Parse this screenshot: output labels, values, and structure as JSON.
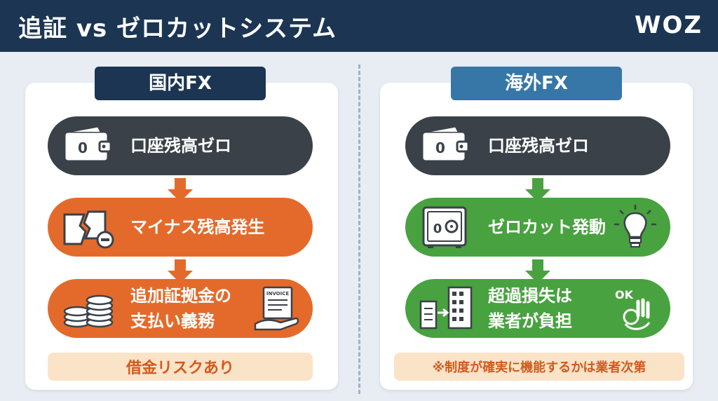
{
  "header": {
    "title": "追証 vs ゼロカットシステム",
    "logo": "WOZ"
  },
  "colors": {
    "navy": "#1b3553",
    "blue": "#3677a8",
    "dark_step": "#3b4148",
    "orange_step": "#e46a2b",
    "green_step": "#48a23f",
    "note_bg": "#fbe3c8",
    "note_text": "#d25a1d"
  },
  "left": {
    "title": "国内FX",
    "steps": [
      {
        "label": "口座残高ゼロ",
        "icon": "wallet-icon"
      },
      {
        "label": "マイナス残高発生",
        "icon": "broken-wallet-minus-icon"
      },
      {
        "label_line1": "追加証拠金の",
        "label_line2": "支払い義務",
        "icon": "coin-stack-icon",
        "icon2": "invoice-hand-icon",
        "invoice_text": "INVOICE"
      }
    ],
    "note": "借金リスクあり"
  },
  "right": {
    "title": "海外FX",
    "steps": [
      {
        "label": "口座残高ゼロ",
        "icon": "wallet-icon"
      },
      {
        "label": "ゼロカット発動",
        "icon": "safe-icon",
        "icon2": "lightbulb-icon"
      },
      {
        "label_line1": "超過損失は",
        "label_line2": "業者が負担",
        "icon": "company-building-icon",
        "icon2": "ok-hand-icon",
        "ok_text": "OK"
      }
    ],
    "note": "※制度が確実に機能するかは業者次第"
  },
  "wallet_zero": "0"
}
